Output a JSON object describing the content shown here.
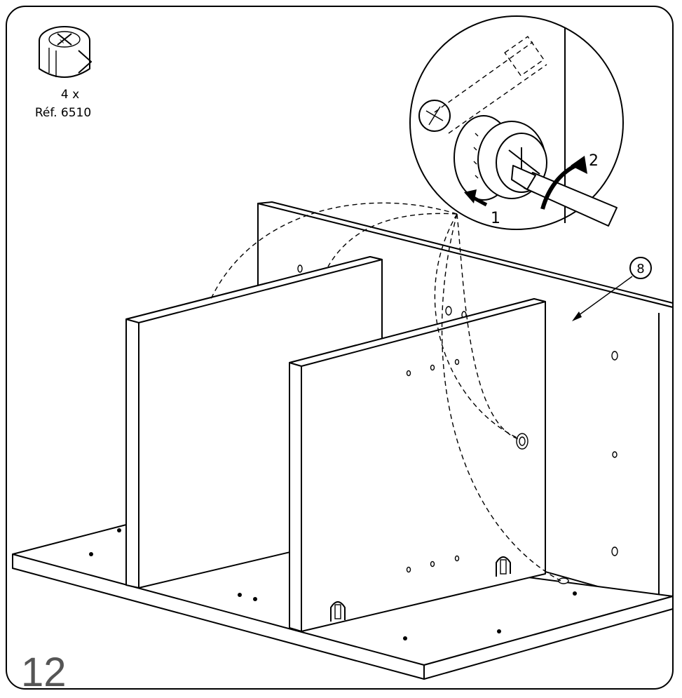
{
  "part": {
    "quantity_label": "4 x",
    "reference_label": "Réf. 6510",
    "icon": "cam-lock-fitting-icon"
  },
  "detail": {
    "arrow1_label": "1",
    "arrow2_label": "2",
    "icon": "screwdriver-tightening-icon"
  },
  "callout": {
    "panel_number": "8"
  },
  "step": {
    "number": "12"
  }
}
